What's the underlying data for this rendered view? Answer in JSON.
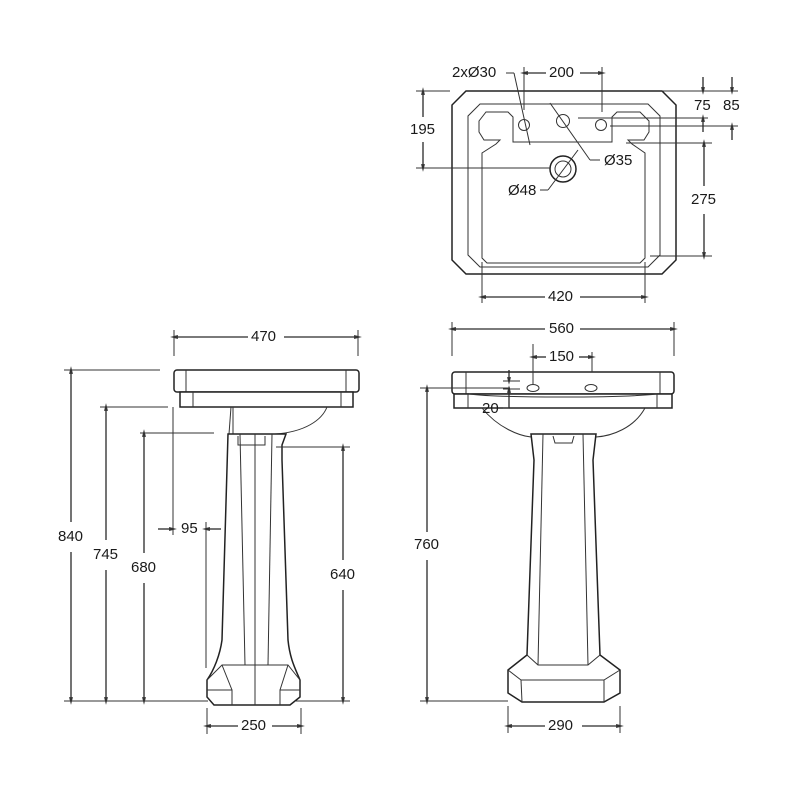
{
  "drawing": {
    "subject": "Pedestal basin technical dimension drawing",
    "units": "mm",
    "colors": {
      "line": "#2a2a2a",
      "background": "#ffffff",
      "text": "#1a1a1a"
    }
  },
  "top_view": {
    "labels": {
      "tap_holes": "2xØ30",
      "tap_hole_spacing": "200",
      "rim_to_tap_hole_a": "75",
      "rim_to_tap_hole_b": "85",
      "rim_to_waste_depth": "195",
      "overflow": "Ø35",
      "waste": "Ø48",
      "bowl_depth": "275",
      "bowl_width": "420"
    }
  },
  "side_view": {
    "labels": {
      "basin_depth": "470",
      "overall_height": "840",
      "underside_height": "745",
      "waste_height": "680",
      "pedestal_offset": "95",
      "pedestal_height": "640",
      "pedestal_base_width": "250"
    }
  },
  "front_view": {
    "labels": {
      "basin_width": "560",
      "tap_hole_spacing": "150",
      "tap_hole_drop": "20",
      "rim_height": "760",
      "pedestal_base_width": "290"
    }
  }
}
